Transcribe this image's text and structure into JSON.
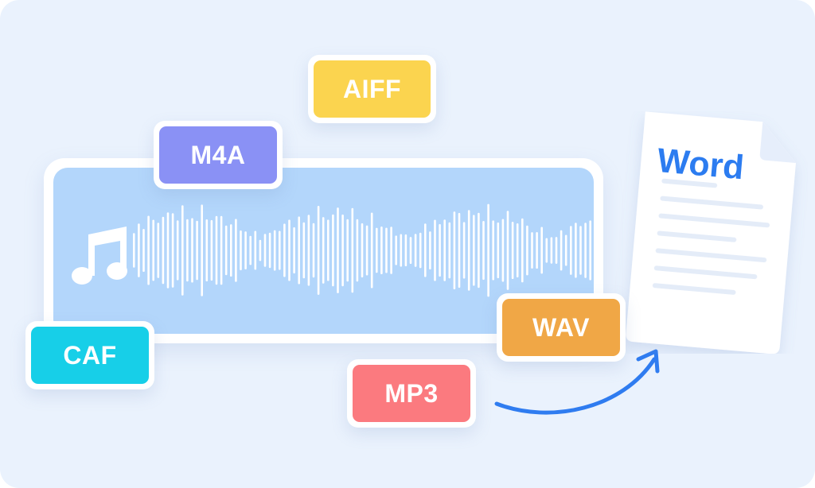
{
  "tags": {
    "aiff": "AIFF",
    "m4a": "M4A",
    "caf": "CAF",
    "mp3": "MP3",
    "wav": "WAV"
  },
  "document": {
    "label": "Word"
  },
  "icons": {
    "music": "music-note-icon",
    "document": "word-document-icon",
    "arrow": "curved-arrow-icon"
  },
  "colors": {
    "background": "#eaf2fd",
    "waveform_panel": "#b3d6fb",
    "aiff": "#fbd44f",
    "m4a": "#8a91f5",
    "caf": "#17cfe8",
    "mp3": "#fb7a7f",
    "wav": "#f0a746",
    "word_text": "#2c7cf0",
    "arrow": "#2f7cf0"
  }
}
